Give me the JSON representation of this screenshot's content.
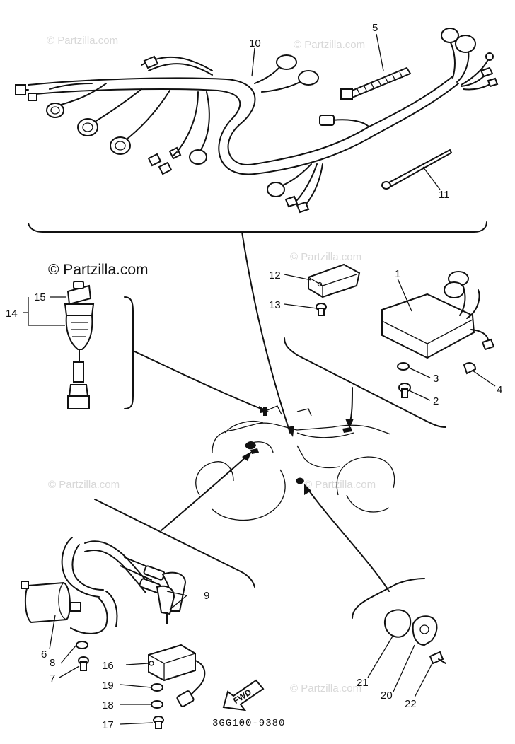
{
  "watermark": {
    "main": "© Partzilla.com",
    "faint": "© Partzilla.com"
  },
  "diagram_code": "3GG100-9380",
  "fwd_label": "FWD",
  "callouts": {
    "c1": "1",
    "c2": "2",
    "c3": "3",
    "c4": "4",
    "c5": "5",
    "c6": "6",
    "c7": "7",
    "c8": "8",
    "c9": "9",
    "c10": "10",
    "c11": "11",
    "c12": "12",
    "c13": "13",
    "c14": "14",
    "c15": "15",
    "c16": "16",
    "c17": "17",
    "c18": "18",
    "c19": "19",
    "c20": "20",
    "c21": "21",
    "c22": "22"
  }
}
